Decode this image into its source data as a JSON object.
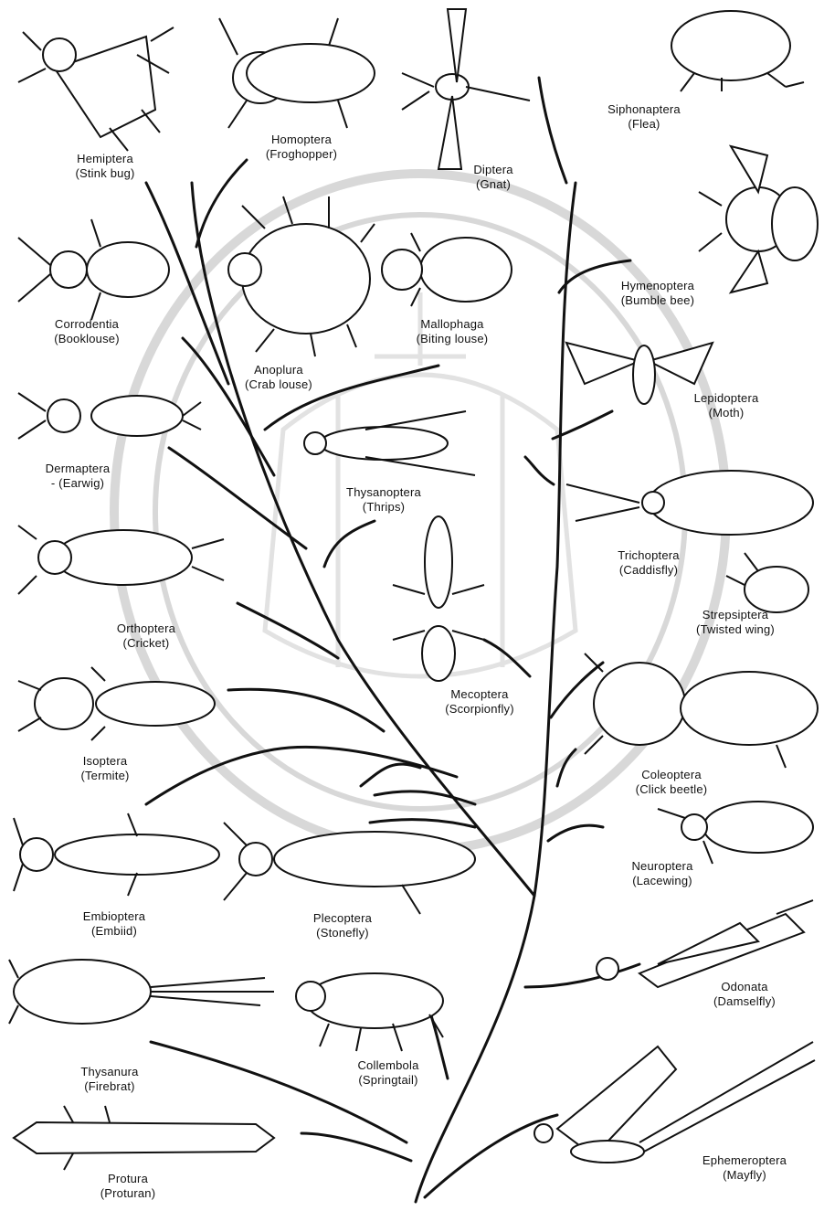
{
  "diagram": {
    "orders": [
      {
        "id": "hemiptera",
        "order": "Hemiptera",
        "common": "(Stink bug)"
      },
      {
        "id": "homoptera",
        "order": "Homoptera",
        "common": "(Froghopper)"
      },
      {
        "id": "diptera",
        "order": "Diptera",
        "common": "(Gnat)"
      },
      {
        "id": "siphonaptera",
        "order": "Siphonaptera",
        "common": "(Flea)"
      },
      {
        "id": "hymenoptera",
        "order": "Hymenoptera",
        "common": "(Bumble bee)"
      },
      {
        "id": "corrodentia",
        "order": "Corrodentia",
        "common": "(Booklouse)"
      },
      {
        "id": "anoplura",
        "order": "Anoplura",
        "common": "(Crab louse)"
      },
      {
        "id": "mallophaga",
        "order": "Mallophaga",
        "common": "(Biting louse)"
      },
      {
        "id": "lepidoptera",
        "order": "Lepidoptera",
        "common": "(Moth)"
      },
      {
        "id": "dermaptera",
        "order": "Dermaptera",
        "common": "- (Earwig)"
      },
      {
        "id": "thysanoptera",
        "order": "Thysanoptera",
        "common": "(Thrips)"
      },
      {
        "id": "trichoptera",
        "order": "Trichoptera",
        "common": "(Caddisfly)"
      },
      {
        "id": "strepsiptera",
        "order": "Strepsiptera",
        "common": "(Twisted wing)"
      },
      {
        "id": "orthoptera",
        "order": "Orthoptera",
        "common": "(Cricket)"
      },
      {
        "id": "mecoptera",
        "order": "Mecoptera",
        "common": "(Scorpionfly)"
      },
      {
        "id": "coleoptera",
        "order": "Coleoptera",
        "common": "(Click beetle)"
      },
      {
        "id": "isoptera",
        "order": "Isoptera",
        "common": "(Termite)"
      },
      {
        "id": "neuroptera",
        "order": "Neuroptera",
        "common": "(Lacewing)"
      },
      {
        "id": "embioptera",
        "order": "Embioptera",
        "common": "(Embiid)"
      },
      {
        "id": "plecoptera",
        "order": "Plecoptera",
        "common": "(Stonefly)"
      },
      {
        "id": "odonata",
        "order": "Odonata",
        "common": "(Damselfly)"
      },
      {
        "id": "thysanura",
        "order": "Thysanura",
        "common": "(Firebrat)"
      },
      {
        "id": "collembola",
        "order": "Collembola",
        "common": "(Springtail)"
      },
      {
        "id": "protura",
        "order": "Protura",
        "common": "(Proturan)"
      },
      {
        "id": "ephemeroptera",
        "order": "Ephemeroptera",
        "common": "(Mayfly)"
      }
    ]
  }
}
